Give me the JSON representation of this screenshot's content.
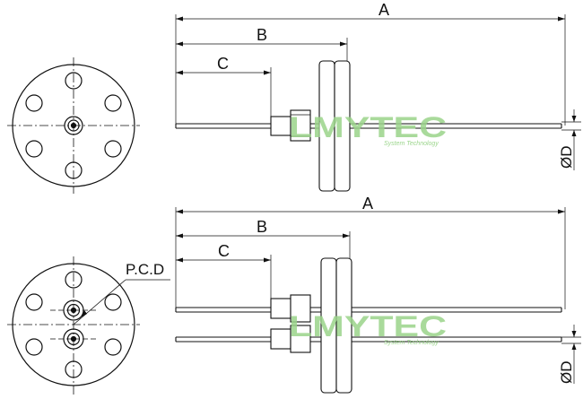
{
  "diagram": {
    "colors": {
      "line": "#111111",
      "watermark": "#9bd48a",
      "watermark_sub": "#8ccf7a"
    },
    "top": {
      "label_a": "A",
      "label_b": "B",
      "label_c": "C",
      "label_d": "ØD"
    },
    "bottom": {
      "label_a": "A",
      "label_b": "B",
      "label_c": "C",
      "label_d": "ØD",
      "label_pcd": "P.C.D"
    },
    "watermark": {
      "brand": "LMYTEC",
      "tagline": "System Technology"
    }
  }
}
